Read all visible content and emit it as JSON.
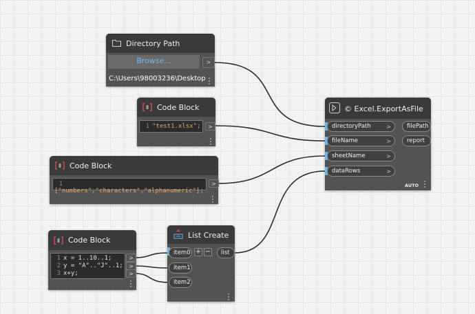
{
  "nodes": {
    "directory_path": {
      "title": "Directory Path",
      "browse_label": "Browse...",
      "path_value": "C:\\Users\\98003236\\Desktop",
      "out_port": ">"
    },
    "code_block_1": {
      "title": "Code Block",
      "lines": [
        {
          "num": "1",
          "text": "\"test1.xlsx\";"
        }
      ],
      "out_port": ">"
    },
    "code_block_2": {
      "title": "Code Block",
      "lines": [
        {
          "num": "1",
          "text": "[\"numbers\",\"characters\",\"alphanumeric\"];"
        }
      ],
      "out_port": ">"
    },
    "code_block_3": {
      "title": "Code Block",
      "lines": [
        {
          "num": "1",
          "text": "x = 1..10..1;"
        },
        {
          "num": "2",
          "text": "y = \"A\"..\"J\"..1;"
        },
        {
          "num": "3",
          "text": "x+y;"
        }
      ],
      "out_ports": [
        ">",
        ">",
        ">"
      ]
    },
    "list_create": {
      "title": "List Create",
      "inputs": [
        "item0",
        "item1",
        "item2"
      ],
      "add_label": "+",
      "remove_label": "−",
      "output": "list"
    },
    "excel_export": {
      "title": "Excel.ExportAsFile",
      "inputs": [
        "directoryPath",
        "fileName",
        "sheetName",
        "dataRows"
      ],
      "outputs": [
        "filePath",
        "report"
      ],
      "lacing": "AUTO",
      "input_chevron": ">"
    }
  },
  "colors": {
    "canvas": "#f2f2f2",
    "node": "#3c3c3c",
    "node_body": "#535353",
    "port_accent": "#6cb4e8",
    "string_literal": "#e3a76a",
    "browse_text": "#6fb9f0"
  }
}
